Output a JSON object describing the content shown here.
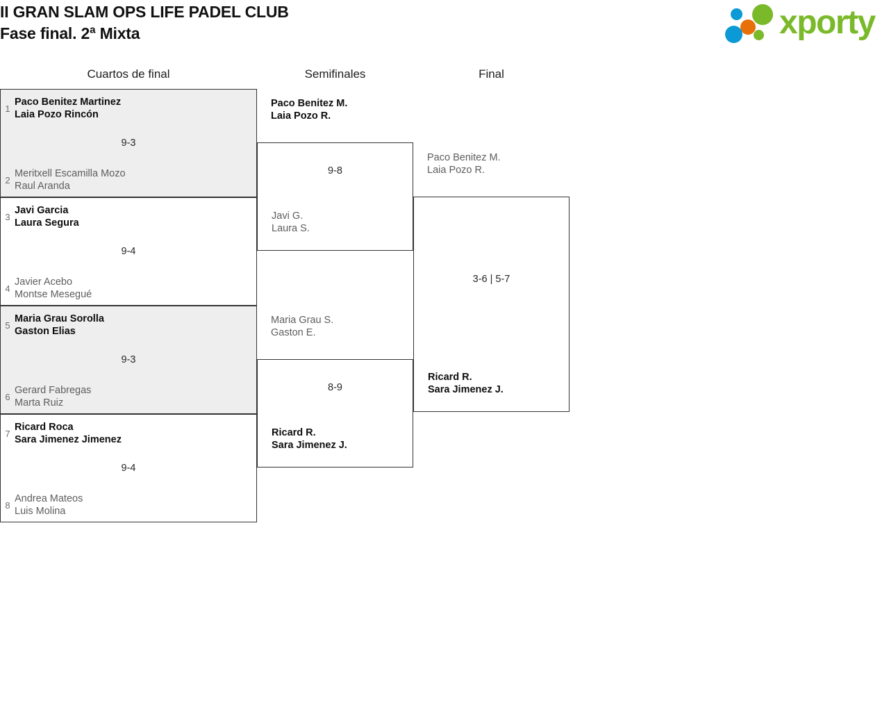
{
  "header": {
    "title_line1": "II GRAN SLAM OPS LIFE PADEL CLUB",
    "title_line2": "Fase final. 2ª Mixta",
    "logo_word": "xporty",
    "logo_colors": {
      "green": "#7ab929",
      "blue": "#0b9ad6",
      "orange": "#e8700a"
    }
  },
  "bracket": {
    "rounds": [
      {
        "label": "Cuartos de final"
      },
      {
        "label": "Semifinales"
      },
      {
        "label": "Final"
      }
    ],
    "quarterfinals": [
      {
        "score": "9-3",
        "top": {
          "seed": "1",
          "player1": "Paco Benitez Martinez",
          "player2": "Laia Pozo Rincón",
          "result": "winner"
        },
        "bottom": {
          "seed": "2",
          "player1": "Meritxell Escamilla Mozo",
          "player2": "Raul Aranda",
          "result": "loser"
        }
      },
      {
        "score": "9-4",
        "top": {
          "seed": "3",
          "player1": "Javi Garcia",
          "player2": "Laura Segura",
          "result": "winner"
        },
        "bottom": {
          "seed": "4",
          "player1": "Javier Acebo",
          "player2": "Montse Mesegué",
          "result": "loser"
        }
      },
      {
        "score": "9-3",
        "top": {
          "seed": "5",
          "player1": "Maria Grau Sorolla",
          "player2": "Gaston Elias",
          "result": "winner"
        },
        "bottom": {
          "seed": "6",
          "player1": "Gerard Fabregas",
          "player2": "Marta Ruiz",
          "result": "loser"
        }
      },
      {
        "score": "9-4",
        "top": {
          "seed": "7",
          "player1": "Ricard Roca",
          "player2": "Sara Jimenez Jimenez",
          "result": "winner"
        },
        "bottom": {
          "seed": "8",
          "player1": "Andrea Mateos",
          "player2": "Luis Molina",
          "result": "loser"
        }
      }
    ],
    "semifinals": [
      {
        "score": "9-8",
        "top": {
          "player1": "Paco Benitez M.",
          "player2": "Laia Pozo R.",
          "result": "winner"
        },
        "bottom": {
          "player1": "Javi G.",
          "player2": "Laura S.",
          "result": "loser"
        }
      },
      {
        "score": "8-9",
        "top": {
          "player1": "Maria Grau S.",
          "player2": "Gaston E.",
          "result": "loser"
        },
        "bottom": {
          "player1": "Ricard R.",
          "player2": "Sara Jimenez J.",
          "result": "winner"
        }
      }
    ],
    "final": [
      {
        "score": "3-6 | 5-7",
        "top": {
          "player1": "Paco Benitez M.",
          "player2": "Laia Pozo R.",
          "result": "loser"
        },
        "bottom": {
          "player1": "Ricard R.",
          "player2": "Sara Jimenez J.",
          "result": "winner"
        }
      }
    ]
  }
}
